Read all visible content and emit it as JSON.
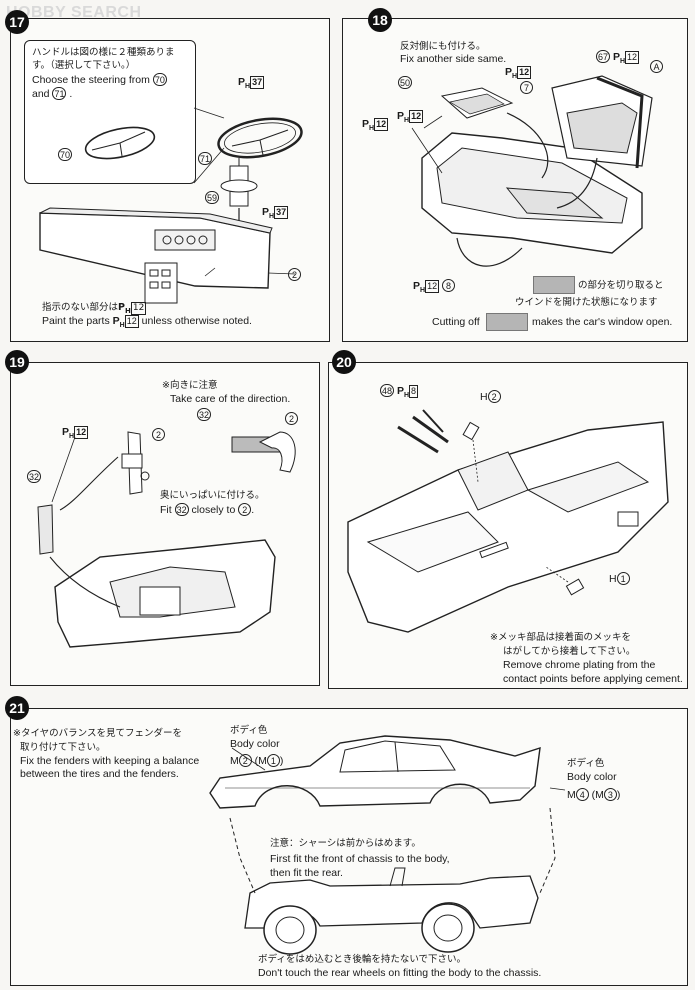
{
  "watermark": "HOBBY SEARCH",
  "steps": {
    "s17": {
      "number": "17",
      "note_jp": "ハンドルは図の様に２種類あります。（選択して下さい。）",
      "note_en1": "Choose the steering from",
      "note_en2": "and",
      "part70": "70",
      "part71": "71",
      "part59": "59",
      "part2": "2",
      "paint_ph37": "37",
      "paint_ph37b": "37",
      "footer_jp": "指示のない部分は",
      "footer_en1": "Paint the parts",
      "footer_en2": "unless otherwise noted.",
      "footer_ph": "12"
    },
    "s18": {
      "number": "18",
      "note_jp": "反対側にも付ける。",
      "note_en": "Fix another side same.",
      "part50": "50",
      "part7": "7",
      "part67": "67",
      "partA": "A",
      "part8": "8",
      "ph12": "12",
      "ph12b": "12",
      "ph12c": "12",
      "ph12d": "12",
      "ph12e": "12",
      "window_jp1": "の部分を切り取ると",
      "window_jp2": "ウインドを開けた状態になります",
      "window_en1": "Cutting off",
      "window_en2": "makes the car's window open."
    },
    "s19": {
      "number": "19",
      "dir_jp": "※向きに注意",
      "dir_en": "Take care of the direction.",
      "part32": "32",
      "part2": "2",
      "ph12": "12",
      "fit_jp": "奥にいっぱいに付ける。",
      "fit_en1": "Fit",
      "fit_en2": "closely to"
    },
    "s20": {
      "number": "20",
      "part48": "48",
      "ph8": "8",
      "h2": "H",
      "h2n": "2",
      "h1": "H",
      "h1n": "1",
      "chrome_jp1": "※メッキ部品は接着面のメッキを",
      "chrome_jp2": "はがしてから接着して下さい。",
      "chrome_en1": "Remove chrome plating from the",
      "chrome_en2": "contact points before applying cement."
    },
    "s21": {
      "number": "21",
      "fender_jp1": "※タイヤのバランスを見てフェンダーを",
      "fender_jp2": "取り付けて下さい。",
      "fender_en1": "Fix the fenders with keeping a balance",
      "fender_en2": "between the tires and the fenders.",
      "body_jp": "ボディ色",
      "body_en": "Body color",
      "m2": "M",
      "m2n": "2",
      "m1n": "1",
      "body2_jp": "ボディ色",
      "body2_en": "Body color",
      "m4": "M",
      "m4n": "4",
      "m3n": "3",
      "chassis_jp": "注意：シャーシは前からはめます。",
      "chassis_en1": "First fit the front of chassis to the body,",
      "chassis_en2": "then fit the rear.",
      "rear_jp": "ボディをはめ込むとき後輪を持たないで下さい。",
      "rear_en": "Don't touch the rear wheels on fitting the body to the chassis."
    }
  }
}
